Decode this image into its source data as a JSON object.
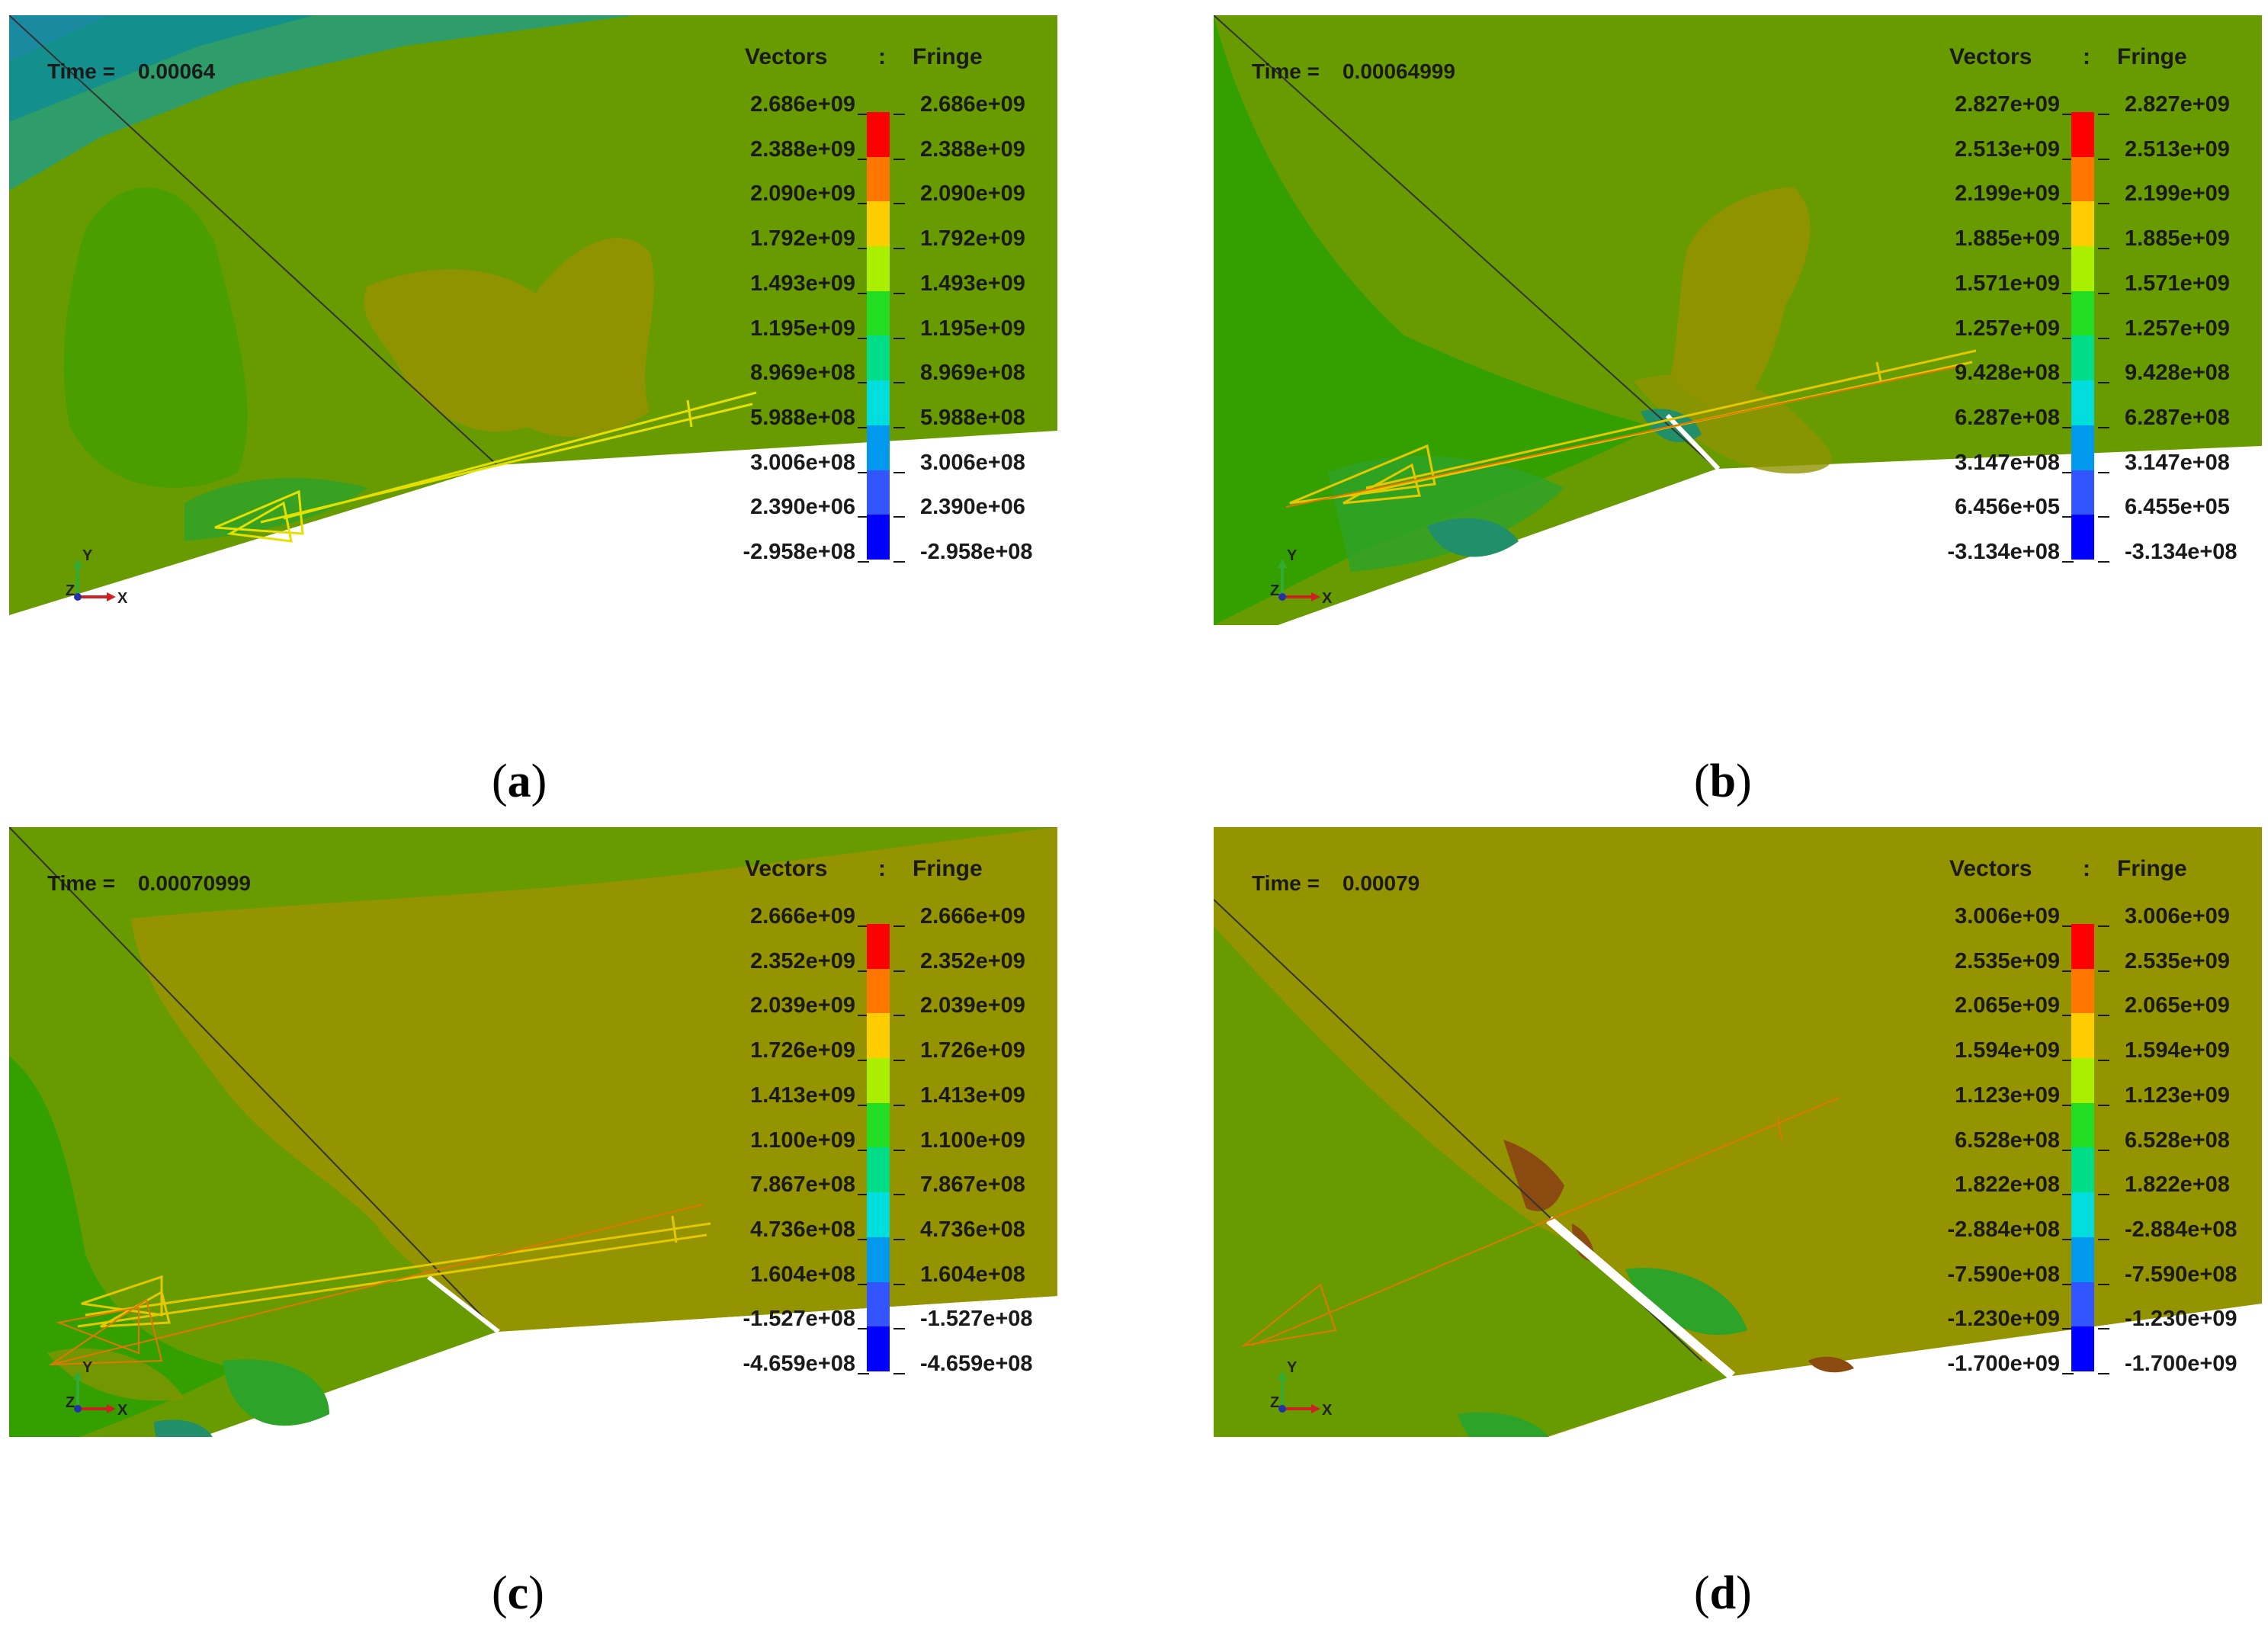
{
  "header": {
    "vectors": "Vectors",
    "sep": ":",
    "fringe": "Fringe",
    "time_prefix": "Time ="
  },
  "axes": {
    "y": "Y",
    "z": "Z",
    "x": "X"
  },
  "colorscale": [
    "#ff0000",
    "#ff7700",
    "#ffcc00",
    "#aaee00",
    "#22dd22",
    "#00dd88",
    "#00dddd",
    "#0099ee",
    "#3355ff",
    "#0000ff"
  ],
  "panels": [
    {
      "caption": "a",
      "time": "0.00064",
      "vectors": [
        "2.686e+09",
        "2.388e+09",
        "2.090e+09",
        "1.792e+09",
        "1.493e+09",
        "1.195e+09",
        "8.969e+08",
        "5.988e+08",
        "3.006e+08",
        "2.390e+06",
        "-2.958e+08"
      ],
      "fringe": [
        "2.686e+09",
        "2.388e+09",
        "2.090e+09",
        "1.792e+09",
        "1.493e+09",
        "1.195e+09",
        "8.969e+08",
        "5.988e+08",
        "3.006e+08",
        "2.390e+06",
        "-2.958e+08"
      ]
    },
    {
      "caption": "b",
      "time": "0.00064999",
      "vectors": [
        "2.827e+09",
        "2.513e+09",
        "2.199e+09",
        "1.885e+09",
        "1.571e+09",
        "1.257e+09",
        "9.428e+08",
        "6.287e+08",
        "3.147e+08",
        "6.456e+05",
        "-3.134e+08"
      ],
      "fringe": [
        "2.827e+09",
        "2.513e+09",
        "2.199e+09",
        "1.885e+09",
        "1.571e+09",
        "1.257e+09",
        "9.428e+08",
        "6.287e+08",
        "3.147e+08",
        "6.455e+05",
        "-3.134e+08"
      ]
    },
    {
      "caption": "c",
      "time": "0.00070999",
      "vectors": [
        "2.666e+09",
        "2.352e+09",
        "2.039e+09",
        "1.726e+09",
        "1.413e+09",
        "1.100e+09",
        "7.867e+08",
        "4.736e+08",
        "1.604e+08",
        "-1.527e+08",
        "-4.659e+08"
      ],
      "fringe": [
        "2.666e+09",
        "2.352e+09",
        "2.039e+09",
        "1.726e+09",
        "1.413e+09",
        "1.100e+09",
        "7.867e+08",
        "4.736e+08",
        "1.604e+08",
        "-1.527e+08",
        "-4.659e+08"
      ]
    },
    {
      "caption": "d",
      "time": "0.00079",
      "vectors": [
        "3.006e+09",
        "2.535e+09",
        "2.065e+09",
        "1.594e+09",
        "1.123e+09",
        "6.528e+08",
        "1.822e+08",
        "-2.884e+08",
        "-7.590e+08",
        "-1.230e+09",
        "-1.700e+09"
      ],
      "fringe": [
        "3.006e+09",
        "2.535e+09",
        "2.065e+09",
        "1.594e+09",
        "1.123e+09",
        "6.528e+08",
        "1.822e+08",
        "-2.884e+08",
        "-7.590e+08",
        "-1.230e+09",
        "-1.700e+09"
      ]
    }
  ]
}
